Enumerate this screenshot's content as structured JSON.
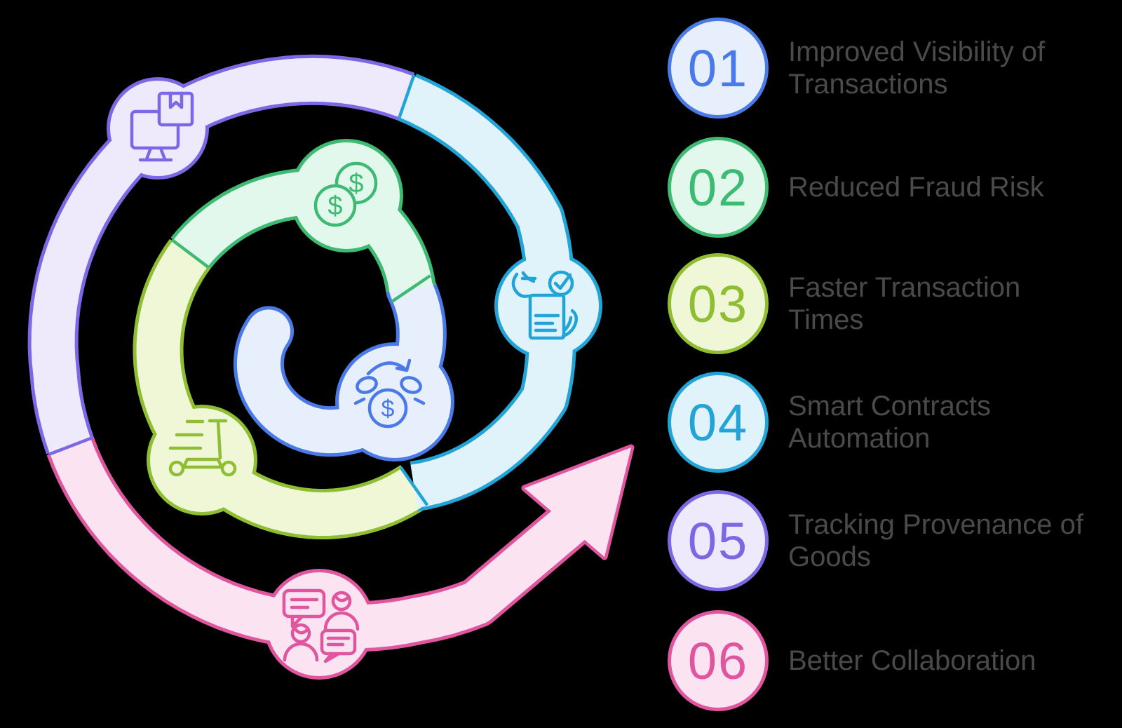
{
  "diagram": {
    "background": "#000000",
    "text_color": "#4a4a4a",
    "items": [
      {
        "number": "01",
        "label": "Improved Visibility of Transactions",
        "icon": "currency-exchange-icon",
        "border": "#4a7ae8",
        "fill": "#e7eefc"
      },
      {
        "number": "02",
        "label": "Reduced Fraud Risk",
        "icon": "dollar-coins-icon",
        "border": "#3dbb72",
        "fill": "#e2f8ec"
      },
      {
        "number": "03",
        "label": "Faster Transaction Times",
        "icon": "delivery-scooter-icon",
        "border": "#8fbe33",
        "fill": "#eff7d6"
      },
      {
        "number": "04",
        "label": "Smart Contracts Automation",
        "icon": "document-check-icon",
        "border": "#22a4d6",
        "fill": "#e0f3fb"
      },
      {
        "number": "05",
        "label": "Tracking Provenance of Goods",
        "icon": "computer-package-icon",
        "border": "#7c68e4",
        "fill": "#eeeafb"
      },
      {
        "number": "06",
        "label": "Better Collaboration",
        "icon": "people-chat-icon",
        "border": "#e0569e",
        "fill": "#fbe3f2"
      }
    ]
  }
}
